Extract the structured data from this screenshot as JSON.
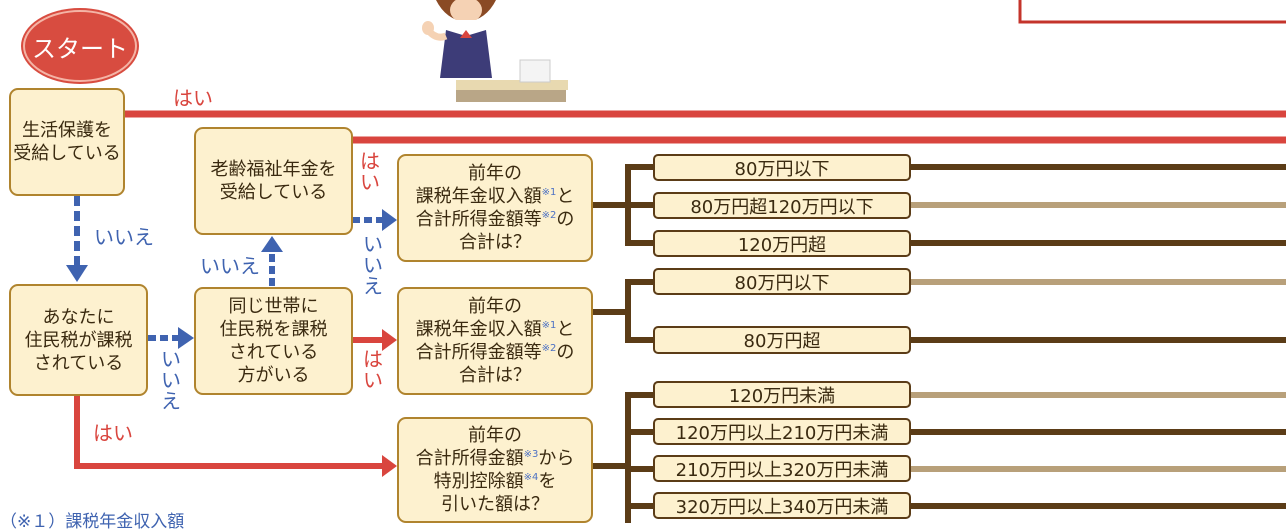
{
  "start_label": "スタート",
  "boxes": {
    "seikatsu": [
      "生活保護を",
      "受給している"
    ],
    "jumin": [
      "あなたに",
      "住民税が課税",
      "されている"
    ],
    "rorei": [
      "老齢福祉年金を",
      "受給している"
    ],
    "setai": [
      "同じ世帯に",
      "住民税を課税",
      "されている",
      "方がいる"
    ],
    "q1": {
      "line1": "前年の",
      "line2a": "課税年金収入額",
      "n1": "※1",
      "line2b": "と",
      "line3a": "合計所得金額等",
      "n2": "※2",
      "line3b": "の",
      "line4": "合計は？"
    },
    "q2": {
      "line1": "前年の",
      "line2a": "課税年金収入額",
      "n1": "※1",
      "line2b": "と",
      "line3a": "合計所得金額等",
      "n2": "※2",
      "line3b": "の",
      "line4": "合計は？"
    },
    "q3": {
      "line1": "前年の",
      "line2a": "合計所得金額",
      "n1": "※3",
      "line2b": "から",
      "line3a": "特別控除額",
      "n2": "※4",
      "line3b": "を",
      "line4": "引いた額は？"
    }
  },
  "labels": {
    "hai": "はい",
    "iie": "いいえ"
  },
  "categories": {
    "q1": [
      "80万円以下",
      "80万円超120万円以下",
      "120万円超"
    ],
    "q2": [
      "80万円以下",
      "80万円超"
    ],
    "q3": [
      "120万円未満",
      "120万円以上210万円未満",
      "210万円以上320万円未満",
      "320万円以上340万円未満"
    ]
  },
  "footnote": "（※１）課税年金収入額",
  "colors": {
    "red": "#d9453e",
    "blue": "#3f63b0",
    "dark": "#5b3c17",
    "light": "#b8a07a",
    "box_fill": "#fdf1cf",
    "box_border": "#b0842e"
  }
}
